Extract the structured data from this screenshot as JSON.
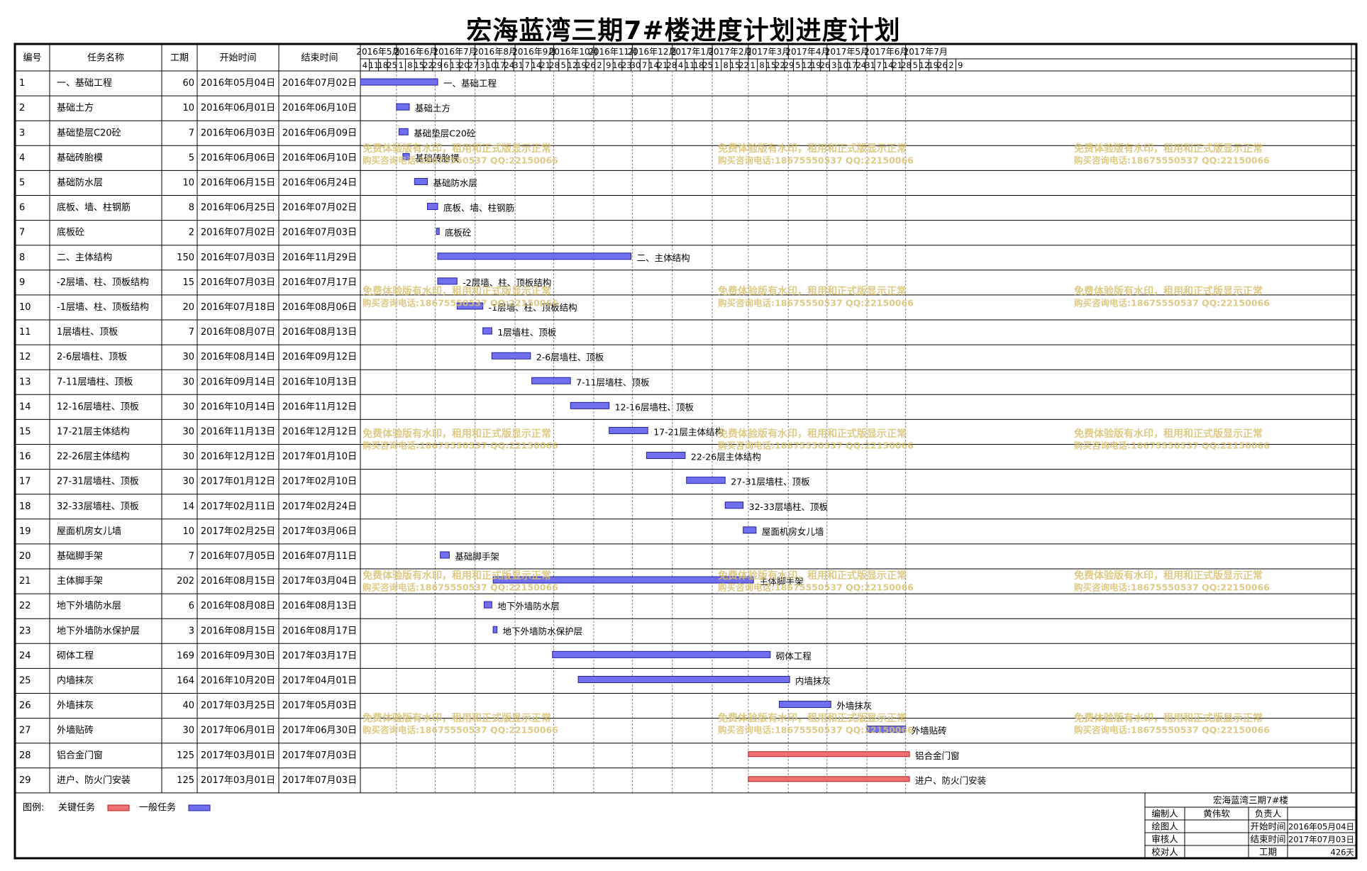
{
  "title": "宏海蓝湾三期7#楼进度计划进度计划",
  "colors": {
    "normal_bar": "#7070ee",
    "normal_bar_border": "#2020a0",
    "critical_bar": "#ee7070",
    "critical_bar_border": "#b02020",
    "watermark": "#d9c170",
    "grid": "#888888"
  },
  "table": {
    "headers": {
      "id": "编号",
      "name": "任务名称",
      "duration": "工期",
      "start": "开始时间",
      "end": "结束时间"
    }
  },
  "timeline": {
    "months": [
      "2016年5月",
      "2016年6月",
      "2016年7月",
      "2016年8月",
      "2016年9月",
      "2016年10月",
      "2016年11月",
      "2016年12月",
      "2017年1月",
      "2017年2月",
      "2017年3月",
      "2017年4月",
      "2017年5月",
      "2017年6月",
      "2017年7月"
    ],
    "day_ticks": [
      "4",
      "11",
      "18",
      "25",
      "1",
      "8",
      "15",
      "22",
      "29",
      "6",
      "13",
      "20",
      "27",
      "3",
      "10",
      "17",
      "24",
      "31",
      "7",
      "14",
      "21",
      "28",
      "5",
      "12",
      "19",
      "26",
      "2",
      "9",
      "16",
      "23",
      "30",
      "7",
      "14",
      "21",
      "28",
      "4",
      "11",
      "18",
      "25",
      "1",
      "8",
      "15",
      "22",
      "1",
      "8",
      "15",
      "22",
      "29",
      "5",
      "12",
      "19",
      "26",
      "3",
      "10",
      "17",
      "24",
      "31",
      "7",
      "14",
      "21",
      "28",
      "5",
      "12",
      "19",
      "26",
      "2",
      "9"
    ]
  },
  "watermark": {
    "line1": "免费体验版有水印，租用和正式版显示正常",
    "line2": "购买咨询电话:18675550537 QQ:22150066"
  },
  "legend": {
    "label": "图例:",
    "critical": "关键任务",
    "normal": "一般任务"
  },
  "info_box": {
    "project": "宏海蓝湾三期7#楼",
    "editor_label": "编制人",
    "editor_value": "黄伟软",
    "owner_label": "负责人",
    "owner_value": "",
    "drawer_label": "绘图人",
    "drawer_value": "",
    "start_label": "开始时间",
    "start_value": "2016年05月04日",
    "reviewer_label": "审核人",
    "reviewer_value": "",
    "end_label": "结束时间",
    "end_value": "2017年07月03日",
    "checker_label": "校对人",
    "checker_value": "",
    "duration_label": "工期",
    "duration_value": "426天"
  },
  "chart_data": {
    "type": "gantt",
    "title": "宏海蓝湾三期7#楼进度计划进度计划",
    "x_range": [
      "2016-05-04",
      "2017-07-09"
    ],
    "tasks": [
      {
        "id": "1",
        "name": "一、基础工程",
        "duration": "60",
        "start": "2016年05月04日",
        "end": "2016年07月02日",
        "critical": false
      },
      {
        "id": "2",
        "name": "基础土方",
        "duration": "10",
        "start": "2016年06月01日",
        "end": "2016年06月10日",
        "critical": false
      },
      {
        "id": "3",
        "name": "基础垫层C20砼",
        "duration": "7",
        "start": "2016年06月03日",
        "end": "2016年06月09日",
        "critical": false
      },
      {
        "id": "4",
        "name": "基础砖胎模",
        "duration": "5",
        "start": "2016年06月06日",
        "end": "2016年06月10日",
        "critical": false
      },
      {
        "id": "5",
        "name": "基础防水层",
        "duration": "10",
        "start": "2016年06月15日",
        "end": "2016年06月24日",
        "critical": false
      },
      {
        "id": "6",
        "name": "底板、墙、柱钢筋",
        "duration": "8",
        "start": "2016年06月25日",
        "end": "2016年07月02日",
        "critical": false
      },
      {
        "id": "7",
        "name": "底板砼",
        "duration": "2",
        "start": "2016年07月02日",
        "end": "2016年07月03日",
        "critical": false
      },
      {
        "id": "8",
        "name": "二、主体结构",
        "duration": "150",
        "start": "2016年07月03日",
        "end": "2016年11月29日",
        "critical": false
      },
      {
        "id": "9",
        "name": "-2层墙、柱、顶板结构",
        "duration": "15",
        "start": "2016年07月03日",
        "end": "2016年07月17日",
        "critical": false
      },
      {
        "id": "10",
        "name": "-1层墙、柱、顶板结构",
        "duration": "20",
        "start": "2016年07月18日",
        "end": "2016年08月06日",
        "critical": false
      },
      {
        "id": "11",
        "name": "1层墙柱、顶板",
        "duration": "7",
        "start": "2016年08月07日",
        "end": "2016年08月13日",
        "critical": false
      },
      {
        "id": "12",
        "name": "2-6层墙柱、顶板",
        "duration": "30",
        "start": "2016年08月14日",
        "end": "2016年09月12日",
        "critical": false
      },
      {
        "id": "13",
        "name": "7-11层墙柱、顶板",
        "duration": "30",
        "start": "2016年09月14日",
        "end": "2016年10月13日",
        "critical": false
      },
      {
        "id": "14",
        "name": "12-16层墙柱、顶板",
        "duration": "30",
        "start": "2016年10月14日",
        "end": "2016年11月12日",
        "critical": false
      },
      {
        "id": "15",
        "name": "17-21层主体结构",
        "duration": "30",
        "start": "2016年11月13日",
        "end": "2016年12月12日",
        "critical": false
      },
      {
        "id": "16",
        "name": "22-26层主体结构",
        "duration": "30",
        "start": "2016年12月12日",
        "end": "2017年01月10日",
        "critical": false
      },
      {
        "id": "17",
        "name": "27-31层墙柱、顶板",
        "duration": "30",
        "start": "2017年01月12日",
        "end": "2017年02月10日",
        "critical": false
      },
      {
        "id": "18",
        "name": "32-33层墙柱、顶板",
        "duration": "14",
        "start": "2017年02月11日",
        "end": "2017年02月24日",
        "critical": false
      },
      {
        "id": "19",
        "name": "屋面机房女儿墙",
        "duration": "10",
        "start": "2017年02月25日",
        "end": "2017年03月06日",
        "critical": false
      },
      {
        "id": "20",
        "name": "基础脚手架",
        "duration": "7",
        "start": "2016年07月05日",
        "end": "2016年07月11日",
        "critical": false
      },
      {
        "id": "21",
        "name": "主体脚手架",
        "duration": "202",
        "start": "2016年08月15日",
        "end": "2017年03月04日",
        "critical": false
      },
      {
        "id": "22",
        "name": "地下外墙防水层",
        "duration": "6",
        "start": "2016年08月08日",
        "end": "2016年08月13日",
        "critical": false
      },
      {
        "id": "23",
        "name": "地下外墙防水保护层",
        "duration": "3",
        "start": "2016年08月15日",
        "end": "2016年08月17日",
        "critical": false
      },
      {
        "id": "24",
        "name": "砌体工程",
        "duration": "169",
        "start": "2016年09月30日",
        "end": "2017年03月17日",
        "critical": false
      },
      {
        "id": "25",
        "name": "内墙抹灰",
        "duration": "164",
        "start": "2016年10月20日",
        "end": "2017年04月01日",
        "critical": false
      },
      {
        "id": "26",
        "name": "外墙抹灰",
        "duration": "40",
        "start": "2017年03月25日",
        "end": "2017年05月03日",
        "critical": false
      },
      {
        "id": "27",
        "name": "外墙贴砖",
        "duration": "30",
        "start": "2017年06月01日",
        "end": "2017年06月30日",
        "critical": false
      },
      {
        "id": "28",
        "name": "铝合金门窗",
        "duration": "125",
        "start": "2017年03月01日",
        "end": "2017年07月03日",
        "critical": true
      },
      {
        "id": "29",
        "name": "进户、防火门安装",
        "duration": "125",
        "start": "2017年03月01日",
        "end": "2017年07月03日",
        "critical": true
      }
    ]
  }
}
